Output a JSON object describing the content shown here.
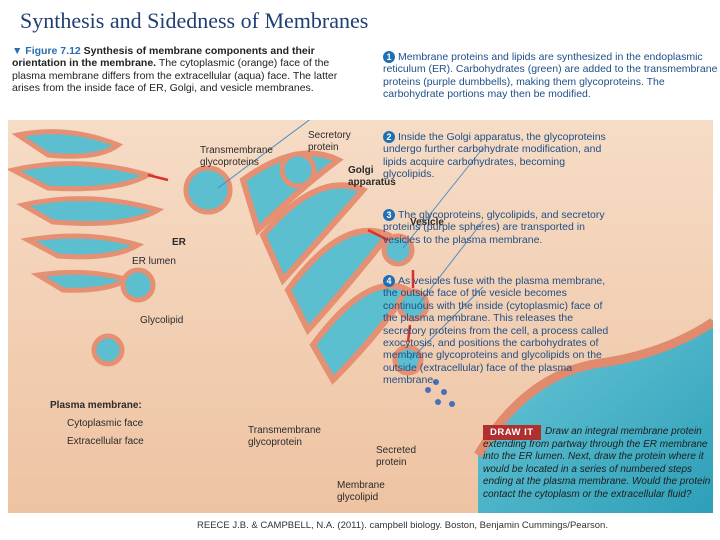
{
  "title": "Synthesis and Sidedness of Membranes",
  "caption": {
    "figure_label": "▼ Figure 7.12",
    "bold_text": "Synthesis of membrane components and their orientation in the membrane.",
    "body": "The cytoplasmic (orange) face of the plasma membrane differs from the extracellular (aqua) face. The latter arises from the inside face of ER, Golgi, and vesicle membranes."
  },
  "steps": [
    {
      "number": "1",
      "text": "Membrane proteins and lipids are synthesized in the endoplasmic reticulum (ER). Carbohydrates (green) are added to the transmembrane proteins (purple dumbbells), making them glycoproteins. The carbohydrate portions may then be modified."
    },
    {
      "number": "2",
      "text": "Inside the Golgi apparatus, the glycoproteins undergo further carbohydrate modification, and lipids acquire carbohydrates, becoming glycolipids."
    },
    {
      "number": "3",
      "text": "The glycoproteins, glycolipids, and secretory proteins (purple spheres) are transported in vesicles to the plasma membrane."
    },
    {
      "number": "4",
      "text": "As vesicles fuse with the plasma membrane, the outside face of the vesicle becomes continuous with the inside (cytoplasmic) face of the plasma membrane. This releases the secretory proteins from the cell, a process called exocytosis, and positions the carbohydrates of membrane glycoproteins and glycolipids on the outside (extracellular) face of the plasma membrane."
    }
  ],
  "draw_it": {
    "badge": "DRAW IT",
    "text": "Draw an integral membrane protein extending from partway through the ER membrane into the ER lumen. Next, draw the protein where it would be located in a series of numbered steps ending at the plasma membrane. Would the protein contact the cytoplasm or the extracellular fluid?"
  },
  "labels": {
    "transmembrane_glyco_top": "Transmembrane glycoproteins",
    "secretory_protein": "Secretory protein",
    "golgi": "Golgi apparatus",
    "vesicle": "Vesicle",
    "er": "ER",
    "er_lumen": "ER lumen",
    "glycolipid": "Glycolipid",
    "plasma_membrane": "Plasma membrane:",
    "cytoplasmic_face": "Cytoplasmic face",
    "extracellular_face": "Extracellular face",
    "transmembrane_glyco_bottom": "Transmembrane glycoprotein",
    "secreted_protein": "Secreted protein",
    "membrane_glycolipid": "Membrane glycolipid"
  },
  "credit": "REECE J.B. & CAMPBELL, N.A. (2011). campbell biology. Boston, Benjamin Cummings/Pearson.",
  "colors": {
    "title": "#1f3f73",
    "step_text": "#1f4f86",
    "cytoplasm": "#f0c9a8",
    "membrane": "#e8967a",
    "lumen": "#5bbfd0",
    "draw_badge": "#b03030"
  }
}
